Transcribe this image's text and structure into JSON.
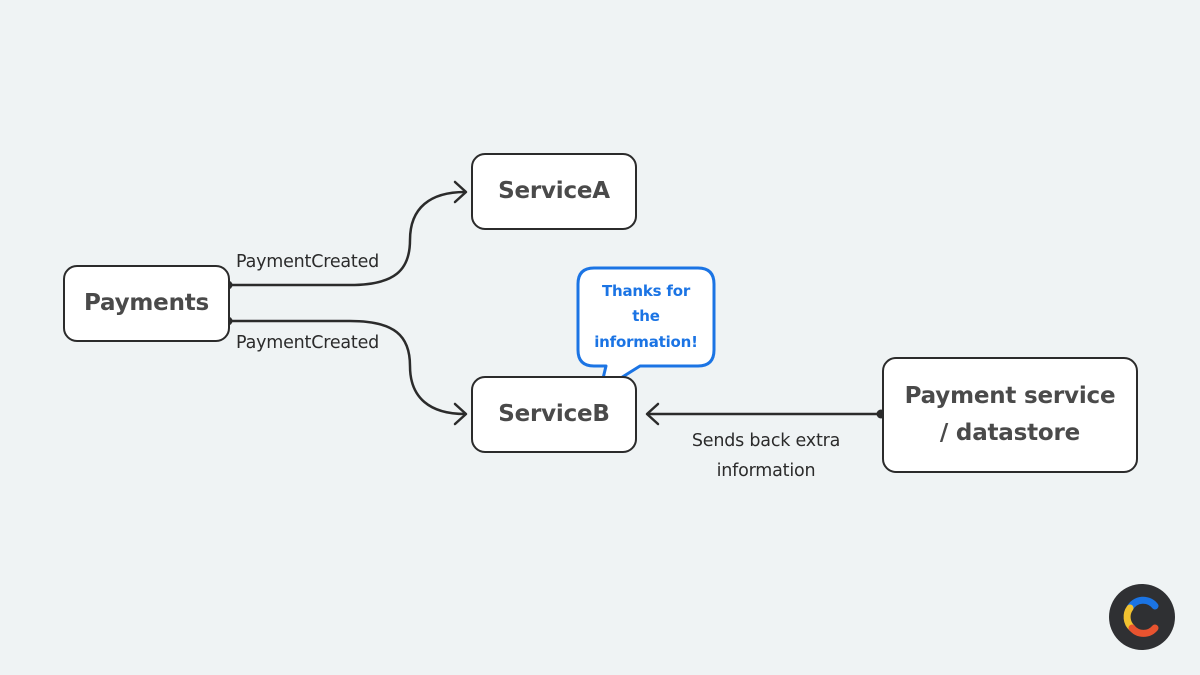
{
  "nodes": {
    "payments": "Payments",
    "service_a": "ServiceA",
    "service_b": "ServiceB",
    "payment_service": "Payment service / datastore"
  },
  "edges": {
    "payments_to_service_a": "PaymentCreated",
    "payments_to_service_b": "PaymentCreated",
    "payment_service_to_service_b": "Sends back extra information"
  },
  "speech_bubble": {
    "text": "Thanks for the information!",
    "color": "#1b74e4"
  },
  "colors": {
    "background": "#eff3f4",
    "stroke": "#2b2b2b",
    "node_fill": "#ffffff",
    "node_text": "#4a4a4a",
    "accent_blue": "#1b74e4"
  },
  "logo": {
    "icon": "c-logo-icon",
    "colors": [
      "#1b74e4",
      "#f2c230",
      "#e8532f"
    ]
  }
}
